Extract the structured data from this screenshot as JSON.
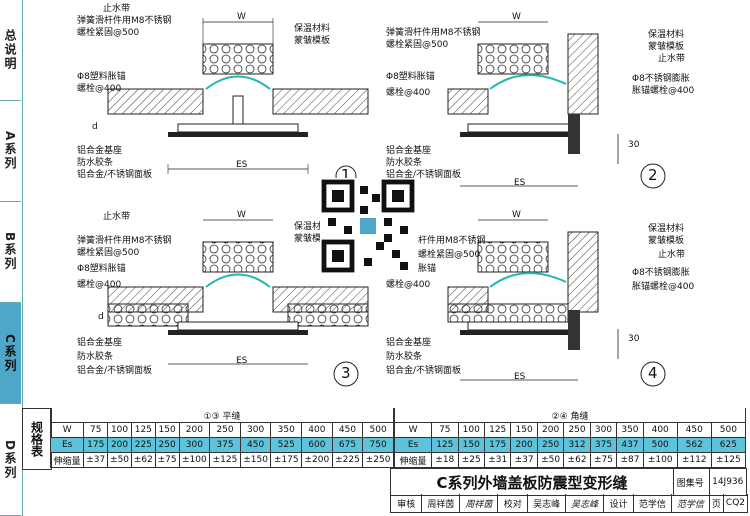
{
  "sidebar": {
    "tabs": [
      {
        "label": "总说明",
        "active": false
      },
      {
        "label": "A系列",
        "active": false
      },
      {
        "label": "B系列",
        "active": false
      },
      {
        "label": "C系列",
        "active": true
      },
      {
        "label": "D系列",
        "active": false
      }
    ]
  },
  "diagrams": [
    {
      "number": "1",
      "w": "W",
      "es": "ES",
      "d": "d",
      "labels_left": [
        "止水带",
        "弹簧滑杆件用M8不锈钢",
        "螺栓紧固@500",
        "Φ8塑料胀锚",
        "螺栓@400",
        "铝合金基座",
        "防水胶条",
        "铝合金/不锈钢面板"
      ],
      "labels_right": [
        "保温材料",
        "蒙皱模板"
      ]
    },
    {
      "number": "2",
      "w": "W",
      "es": "ES",
      "dim": "30",
      "labels_left": [
        "弹簧滑杆件用M8不锈钢",
        "螺栓紧固@500",
        "Φ8塑料胀锚",
        "螺栓@400",
        "铝合金基座",
        "防水胶条",
        "铝合金/不锈钢面板"
      ],
      "labels_right": [
        "保温材料",
        "蒙皱模板",
        "止水带",
        "Φ8不锈钢膨胀",
        "胀锚螺栓@400"
      ]
    },
    {
      "number": "3",
      "w": "W",
      "es": "ES",
      "d": "d",
      "labels_left": [
        "止水带",
        "弹簧滑杆件用M8不锈钢",
        "螺栓紧固@500",
        "Φ8塑料胀锚",
        "螺栓@400",
        "铝合金基座",
        "防水胶条",
        "铝合金/不锈钢面板"
      ],
      "labels_right": [
        "保温材料",
        "蒙皱模板"
      ]
    },
    {
      "number": "4",
      "w": "W",
      "es": "ES",
      "dim": "30",
      "labels_left": [
        "杆件用M8不锈钢",
        "螺栓紧固@500",
        "胀锚",
        "螺栓@400",
        "铝合金基座",
        "防水胶条",
        "铝合金/不锈钢面板"
      ],
      "labels_right": [
        "保温材料",
        "蒙皱模板",
        "止水带",
        "Φ8不锈钢膨胀",
        "胀锚螺栓@400"
      ]
    }
  ],
  "table": {
    "side_label": "规格表",
    "flat": {
      "caption": "①③ 平缝",
      "w": [
        "W",
        "75",
        "100",
        "125",
        "150",
        "200",
        "250",
        "300",
        "350",
        "400",
        "450",
        "500"
      ],
      "es": [
        "Es",
        "175",
        "200",
        "225",
        "250",
        "300",
        "375",
        "450",
        "525",
        "600",
        "675",
        "750"
      ],
      "range": [
        "伸缩量",
        "±37",
        "±50",
        "±62",
        "±75",
        "±100",
        "±125",
        "±150",
        "±175",
        "±200",
        "±225",
        "±250"
      ]
    },
    "corner": {
      "caption": "②④ 角缝",
      "w": [
        "W",
        "75",
        "100",
        "125",
        "150",
        "200",
        "250",
        "300",
        "350",
        "400",
        "450",
        "500"
      ],
      "es": [
        "Es",
        "125",
        "150",
        "175",
        "200",
        "250",
        "312",
        "375",
        "437",
        "500",
        "562",
        "625"
      ],
      "range": [
        "伸缩量",
        "±18",
        "±25",
        "±31",
        "±37",
        "±50",
        "±62",
        "±75",
        "±87",
        "±100",
        "±112",
        "±125"
      ]
    }
  },
  "titleblock": {
    "title": "C系列外墙盖板防震型变形缝",
    "atlas_label": "图集号",
    "atlas_value": "14J936",
    "page_label": "页",
    "page_value": "CQ2",
    "sign": [
      "审核",
      "周祥茵",
      "周祥茵",
      "校对",
      "吴志峰",
      "吴志峰",
      "设计",
      "范学信",
      "范学信"
    ]
  },
  "colors": {
    "accent": "#4fa7c8",
    "seal": "#5ec3da",
    "cyan": "#27b6b0",
    "hatch": "#444"
  }
}
